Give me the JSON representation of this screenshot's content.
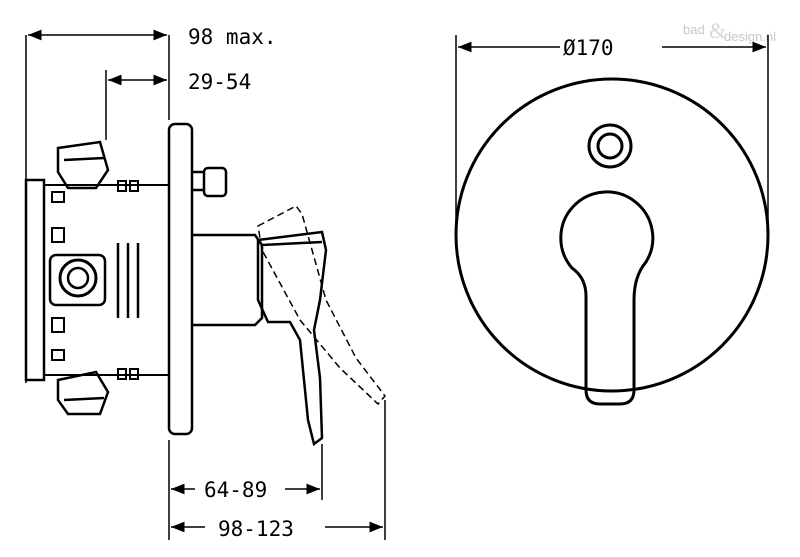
{
  "dimensions": {
    "max_depth": "98 max.",
    "wall_depth": "29-54",
    "diameter": "Ø170",
    "lever_projection": "64-89",
    "total_projection": "98-123"
  },
  "watermark": {
    "left": "bad",
    "right": "design.nl"
  },
  "colors": {
    "line": "#000000",
    "background": "#ffffff",
    "watermark": "#c8c8c8"
  }
}
